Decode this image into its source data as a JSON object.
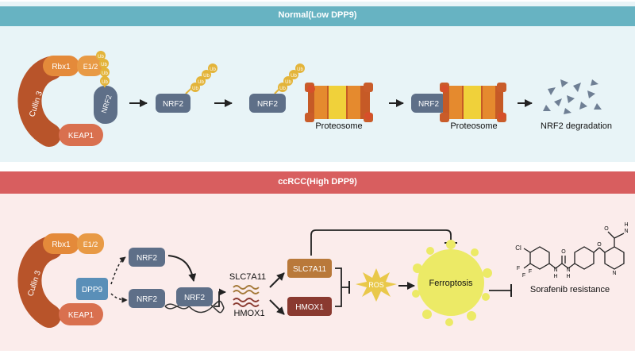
{
  "top_panel": {
    "title": "Normal(Low DPP9)",
    "complex": {
      "rbx1": "Rbx1",
      "e12": "E1/2",
      "cullin3": "Cullin 3",
      "keap1": "KEAP1",
      "nrf2": "NRF2"
    },
    "ub_label": "Ub",
    "nrf2_label": "NRF2",
    "proteosome_label": "Proteosome",
    "degradation_label": "NRF2 degradation"
  },
  "bottom_panel": {
    "title": "ccRCC(High DPP9)",
    "complex": {
      "rbx1": "Rbx1",
      "e12": "E1/2",
      "cullin3": "Cullin 3",
      "keap1": "KEAP1",
      "dpp9": "DPP9"
    },
    "nrf2_label": "NRF2",
    "gene_slc7a11": "SLC7A11",
    "gene_hmox1": "HMOX1",
    "protein_slc7a11": "SLC7A11",
    "protein_hmox1": "HMOX1",
    "ros_label": "ROS",
    "ferroptosis_label": "Ferroptosis",
    "resistance_label": "Sorafenib resistance",
    "sorafenib_atoms": {
      "cl": "Cl",
      "f1": "F",
      "f2": "F",
      "f3": "F",
      "nh1": "H",
      "nh1b": "N",
      "nh2": "H",
      "nh2b": "N",
      "o_ether": "O",
      "o_urea": "O",
      "o_amide": "O",
      "n_amide": "N",
      "n_amide_h": "H",
      "n_pyr": "N"
    }
  },
  "colors": {
    "top_bg": "#e8f4f7",
    "top_header": "#67b3c2",
    "bottom_bg": "#fbeceb",
    "bottom_header": "#d85e5f",
    "orange": "#e07b2a",
    "rbx_orange": "#e48a3a",
    "e12_orange": "#e89a45",
    "keap_coral": "#d9704f",
    "nrf2_slate": "#5e6f88",
    "ub_gold": "#e3b43a",
    "dpp9_blue": "#5a8fb8",
    "slc_brown": "#b9793a",
    "hmox_dark": "#8a3a30",
    "ros_yellow": "#e9c84a",
    "ferroptosis_yellow": "#ecea66"
  }
}
